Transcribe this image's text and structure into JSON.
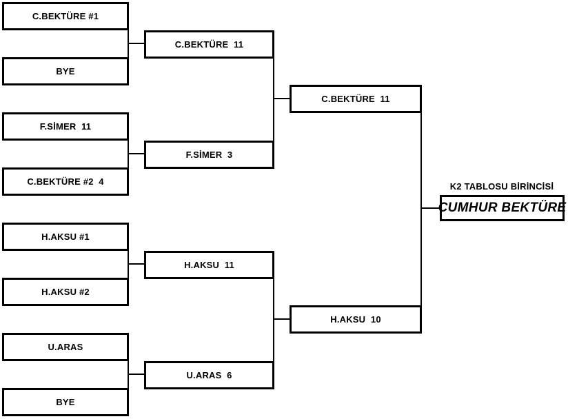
{
  "bracket": {
    "title_label": "K2 TABLOSU BİRİNCİSİ",
    "champion": "CUMHUR BEKTÜRE",
    "rounds": [
      {
        "name": "round-1",
        "slots": [
          {
            "label": "C.BEKTÜRE #1"
          },
          {
            "label": "BYE"
          },
          {
            "label": "F.SİMER  11"
          },
          {
            "label": "C.BEKTÜRE #2  4"
          },
          {
            "label": "H.AKSU #1"
          },
          {
            "label": "H.AKSU #2"
          },
          {
            "label": "U.ARAS"
          },
          {
            "label": "BYE"
          }
        ]
      },
      {
        "name": "round-2",
        "slots": [
          {
            "label": "C.BEKTÜRE  11"
          },
          {
            "label": "F.SİMER  3"
          },
          {
            "label": "H.AKSU  11"
          },
          {
            "label": "U.ARAS  6"
          }
        ]
      },
      {
        "name": "round-3",
        "slots": [
          {
            "label": "C.BEKTÜRE  11"
          },
          {
            "label": "H.AKSU  10"
          }
        ]
      }
    ],
    "colors": {
      "line": "#000000",
      "box_fill": "#ffffff",
      "text": "#000000"
    }
  }
}
